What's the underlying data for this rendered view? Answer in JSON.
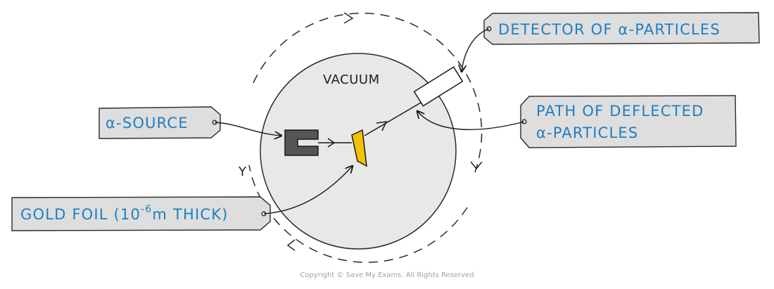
{
  "diagram": {
    "vacuum_label": "VACUUM",
    "y_label": "Y",
    "labels": {
      "detector": "DETECTOR OF α-PARTICLES",
      "path_line1": "PATH OF DEFLECTED",
      "path_line2": "α-PARTICLES",
      "source": "α-SOURCE",
      "gold_prefix": "GOLD FOIL (10",
      "gold_exp": "-6",
      "gold_suffix": "m THICK)"
    },
    "colors": {
      "chamber_fill": "#e8e8e8",
      "label_text": "#1f7ec2",
      "foil": "#f2c300",
      "source_block": "#555555",
      "tag_fill": "#dedede"
    }
  },
  "footer": {
    "copyright": "Copyright © Save My Exams. All Rights Reserved"
  }
}
